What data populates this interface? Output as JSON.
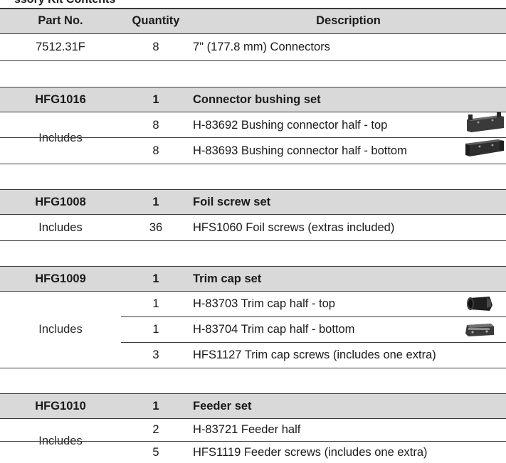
{
  "caption": "ssory Kit Contents",
  "header": {
    "part_no": "Part No.",
    "quantity": "Quantity",
    "description": "Description"
  },
  "connector": {
    "part_no": "7512.31F",
    "quantity": "8",
    "description": "7\" (177.8 mm) Connectors"
  },
  "includes_label": "Includes",
  "sets": [
    {
      "part_no": "HFG1016",
      "quantity": "1",
      "description": "Connector bushing set",
      "items": [
        {
          "quantity": "8",
          "description": "H-83692 Bushing connector half - top"
        },
        {
          "quantity": "8",
          "description": "H-83693 Bushing connector half - bottom"
        }
      ]
    },
    {
      "part_no": "HFG1008",
      "quantity": "1",
      "description": "Foil screw set",
      "items": [
        {
          "quantity": "36",
          "description": "HFS1060 Foil screws (extras included)"
        }
      ]
    },
    {
      "part_no": "HFG1009",
      "quantity": "1",
      "description": "Trim cap set",
      "items": [
        {
          "quantity": "1",
          "description": "H-83703 Trim cap half - top"
        },
        {
          "quantity": "1",
          "description": "H-83704 Trim cap half - bottom"
        },
        {
          "quantity": "3",
          "description": "HFS1127 Trim cap screws (includes one extra)"
        }
      ]
    },
    {
      "part_no": "HFG1010",
      "quantity": "1",
      "description": "Feeder set",
      "items": [
        {
          "quantity": "2",
          "description": "H-83721 Feeder half"
        },
        {
          "quantity": "5",
          "description": "HFS1119 Feeder screws (includes one extra)"
        }
      ]
    }
  ]
}
